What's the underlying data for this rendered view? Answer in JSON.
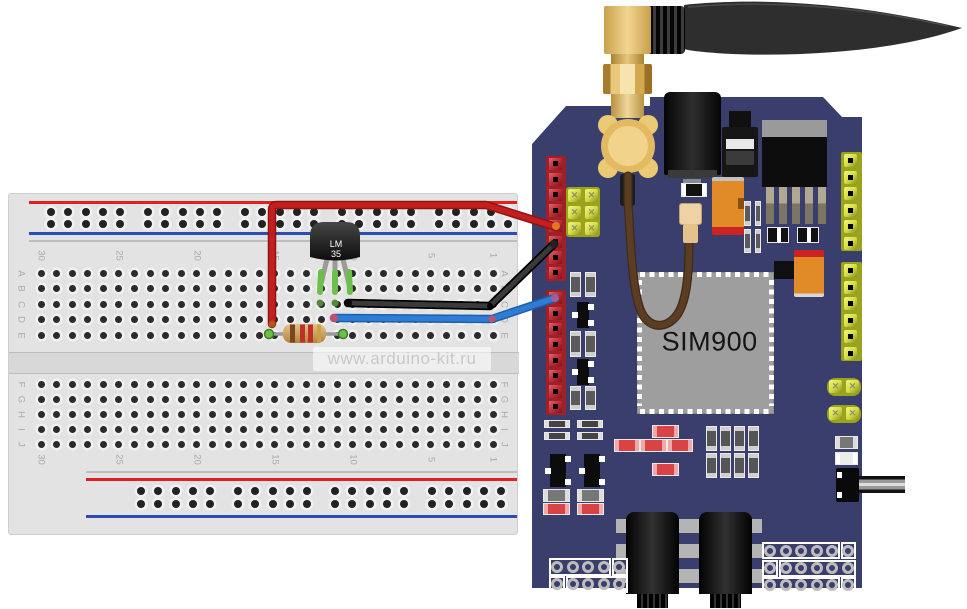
{
  "watermark": {
    "text": "www.arduino-kit.ru"
  },
  "breadboard": {
    "rows_top": [
      "A",
      "B",
      "C",
      "D",
      "E"
    ],
    "rows_bottom": [
      "F",
      "G",
      "H",
      "I",
      "J"
    ],
    "column_numbers": [
      "30",
      "25",
      "20",
      "15",
      "10",
      "5",
      "1"
    ]
  },
  "shield": {
    "chip_label": "SIM900"
  },
  "sensor": {
    "label_line1": "LM",
    "label_line2": "35"
  },
  "palette": {
    "pcb": "#3a3e6d",
    "breadboard": "#e3e3e3",
    "rail_red": "#e02121",
    "rail_blue": "#2b4bb5",
    "header_red": "#a02028",
    "header_yellow": "#c2cb33",
    "gold": "#e8c272",
    "chip_gray": "#9e9e9e",
    "wire_red": "#c41e1e",
    "wire_black": "#1c1c1c",
    "wire_blue": "#2f7cd6",
    "led_red": "#d84444",
    "cable_brown": "#5a3d22",
    "antenna_black": "#2e2e2e",
    "resistor_body": "#d9b37c",
    "resistor_bands": [
      "#7a4520",
      "#c03028",
      "#c03028",
      "#c9a23f"
    ]
  }
}
